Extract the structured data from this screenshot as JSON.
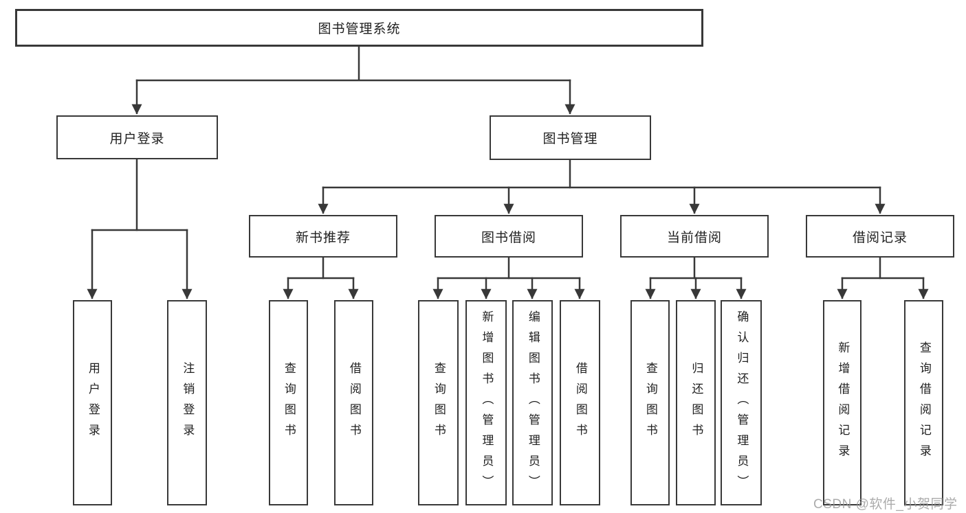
{
  "diagram": {
    "root": {
      "label": "图书管理系统"
    },
    "level2": {
      "user_login": {
        "label": "用户登录"
      },
      "book_management": {
        "label": "图书管理"
      }
    },
    "user_login_children": {
      "login": {
        "label": "用户登录"
      },
      "logout": {
        "label": "注销登录"
      }
    },
    "level3": {
      "new_book_recommend": {
        "label": "新书推荐"
      },
      "book_borrowing": {
        "label": "图书借阅"
      },
      "current_borrowing": {
        "label": "当前借阅"
      },
      "borrow_records": {
        "label": "借阅记录"
      }
    },
    "new_book_recommend_children": {
      "query_books": {
        "label": "查询图书"
      },
      "borrow_books": {
        "label": "借阅图书"
      }
    },
    "book_borrowing_children": {
      "query_books": {
        "label": "查询图书"
      },
      "add_books_admin": {
        "label": "新增图书（管理员）"
      },
      "edit_books_admin": {
        "label": "编辑图书（管理员）"
      },
      "borrow_books": {
        "label": "借阅图书"
      }
    },
    "current_borrowing_children": {
      "query_books": {
        "label": "查询图书"
      },
      "return_books": {
        "label": "归还图书"
      },
      "confirm_return_admin": {
        "label": "确认归还（管理员）"
      }
    },
    "borrow_records_children": {
      "add_borrow_record": {
        "label": "新增借阅记录"
      },
      "query_borrow_record": {
        "label": "查询借阅记录"
      }
    }
  },
  "watermark": {
    "text": "CSDN @软件_小贺同学"
  },
  "colors": {
    "line": "#383838",
    "text": "#1f1f1f",
    "background": "#ffffff",
    "watermark": "#969696"
  }
}
